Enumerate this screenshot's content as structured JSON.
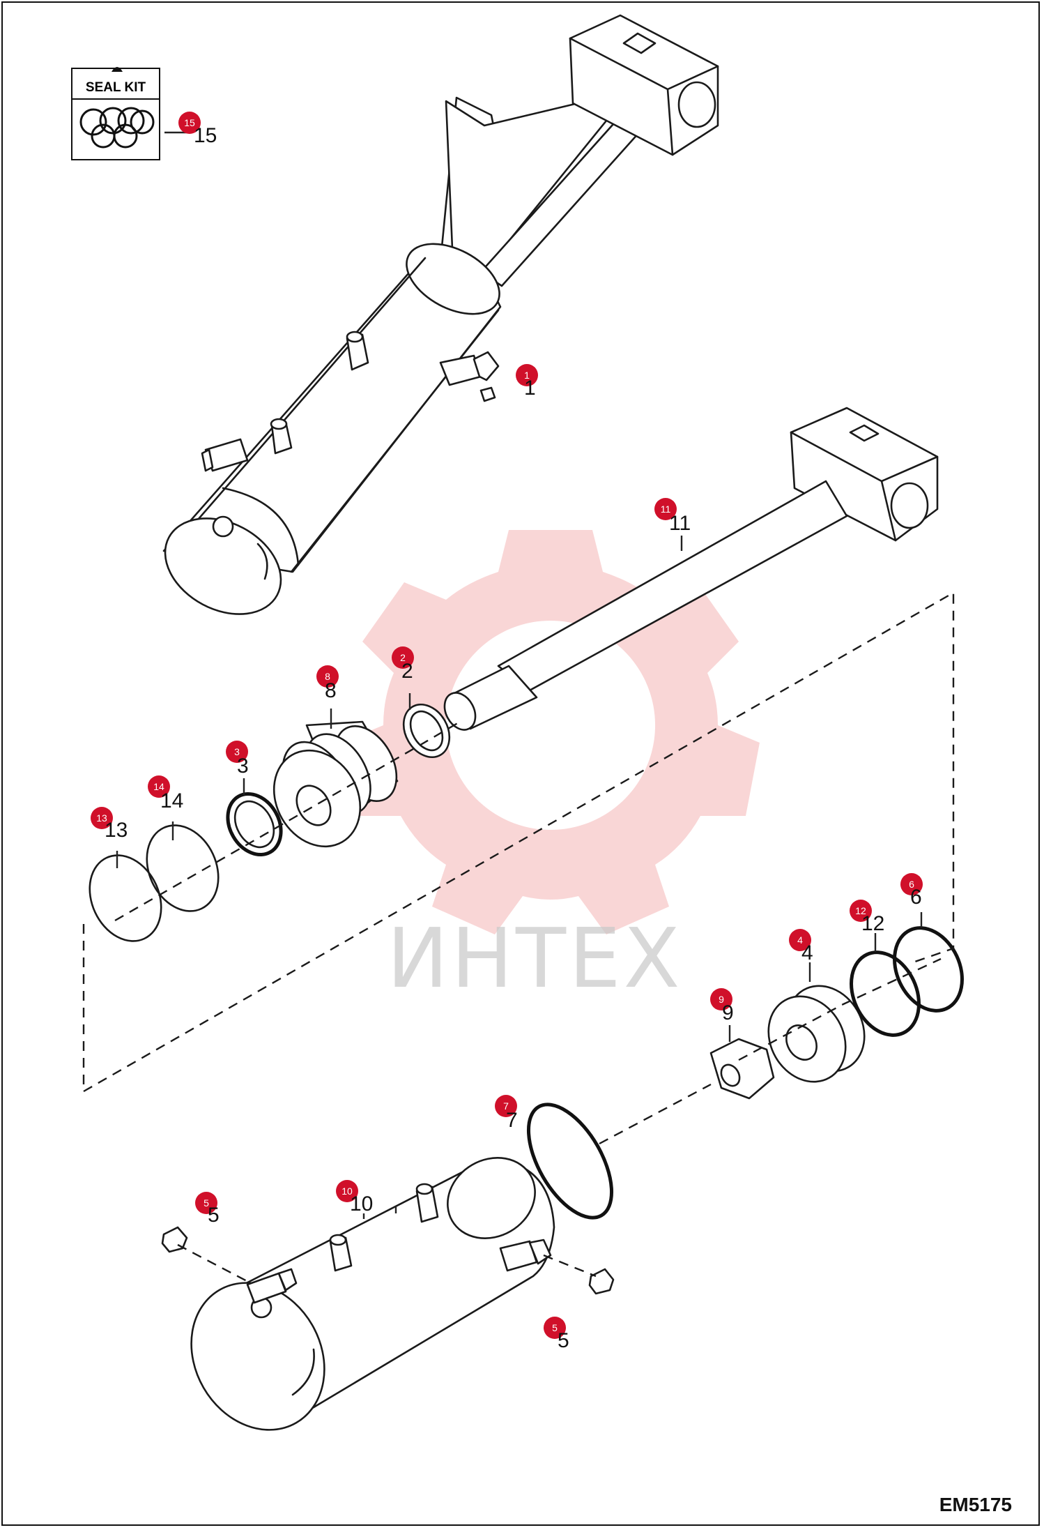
{
  "diagram_code": "EM5175",
  "watermark": {
    "text": "ИНТЕХ",
    "gear_color": "#f4b4b4"
  },
  "seal_kit": {
    "label": "SEAL KIT"
  },
  "badge_color": "#d0102a",
  "callouts": [
    {
      "id": "c15",
      "badge": "15",
      "label": "15"
    },
    {
      "id": "c1",
      "badge": "1",
      "label": "1"
    },
    {
      "id": "c11",
      "badge": "11",
      "label": "11"
    },
    {
      "id": "c2",
      "badge": "2",
      "label": "2"
    },
    {
      "id": "c8",
      "badge": "8",
      "label": "8"
    },
    {
      "id": "c3",
      "badge": "3",
      "label": "3"
    },
    {
      "id": "c14",
      "badge": "14",
      "label": "14"
    },
    {
      "id": "c13",
      "badge": "13",
      "label": "13"
    },
    {
      "id": "c6",
      "badge": "6",
      "label": "6"
    },
    {
      "id": "c12",
      "badge": "12",
      "label": "12"
    },
    {
      "id": "c4",
      "badge": "4",
      "label": "4"
    },
    {
      "id": "c9",
      "badge": "9",
      "label": "9"
    },
    {
      "id": "c7",
      "badge": "7",
      "label": "7"
    },
    {
      "id": "c10",
      "badge": "10",
      "label": "10"
    },
    {
      "id": "c5a",
      "badge": "5",
      "label": "5"
    },
    {
      "id": "c5b",
      "badge": "5",
      "label": "5"
    }
  ]
}
